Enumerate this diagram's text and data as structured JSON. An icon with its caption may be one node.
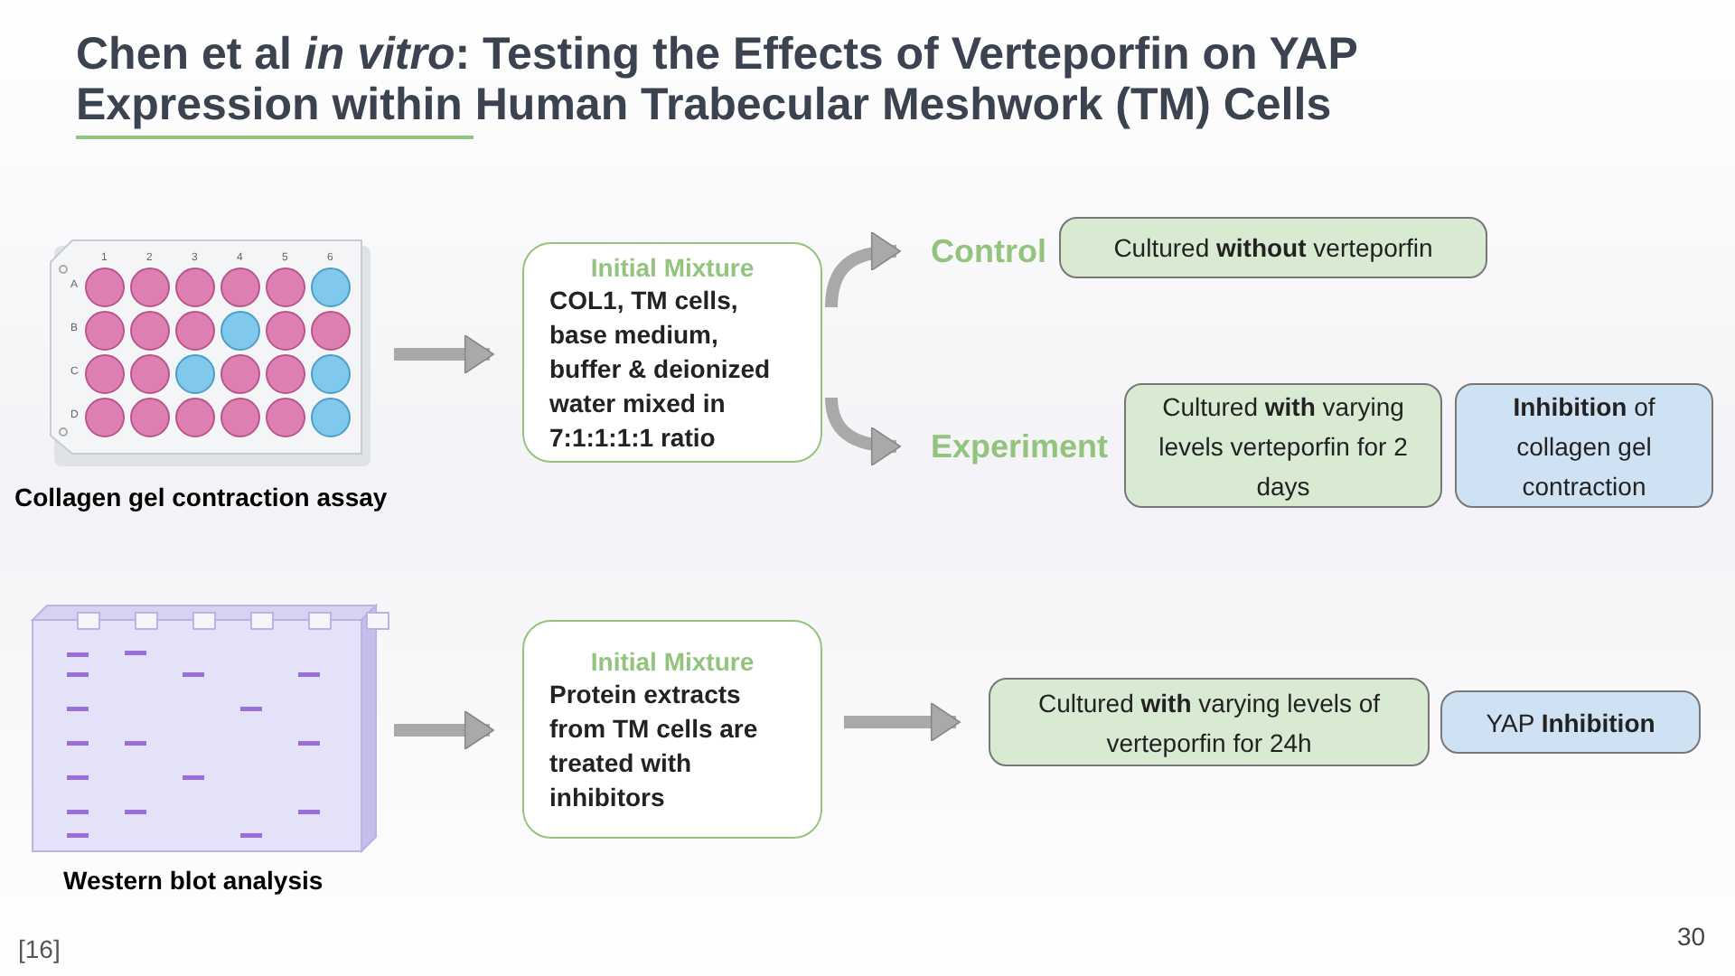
{
  "diagram": {
    "title": "Chen et al *in vitro*: Testing the Effects of Verteporfin on YAP Expression within Human Trabecular Meshwork (TM) Cells",
    "nodes": [
      {
        "text": [],
        "shape": "picture",
        "beside": [
          "Collagen gel contraction assay"
        ]
      },
      {
        "text": [
          "Initial Mixture",
          "COL1, TM cells, base medium, buffer & deionized water mixed in 7:1:1:1:1 ratio"
        ]
      },
      {
        "text": [
          "Control"
        ]
      },
      {
        "text": [
          "Cultured **without** verteporfin"
        ]
      },
      {
        "text": [
          "Experiment"
        ]
      },
      {
        "text": [
          "Cultured **with** varying levels verteporfin for 2 days"
        ]
      },
      {
        "text": [
          "**Inhibition** of collagen gel contraction"
        ]
      },
      {
        "text": [],
        "shape": "picture",
        "beside": [
          "Western blot analysis"
        ]
      },
      {
        "text": [
          "Initial Mixture",
          "Protein extracts from TM cells are treated with inhibitors"
        ]
      },
      {
        "text": [
          "Cultured **with** varying levels of verteporfin for 24h"
        ]
      },
      {
        "text": [
          "YAP **Inhibition**"
        ]
      }
    ],
    "edges": [
      {
        "from": 0,
        "to": 1,
        "arrow": "to"
      },
      {
        "from": 1,
        "to": 2,
        "arrow": "to"
      },
      {
        "from": 1,
        "to": 4,
        "arrow": "to"
      },
      {
        "from": 7,
        "to": 8,
        "arrow": "to"
      },
      {
        "from": 8,
        "to": 9,
        "arrow": "to"
      }
    ],
    "labels": [
      "1",
      "2",
      "3",
      "4",
      "5",
      "6",
      "A",
      "B",
      "C",
      "D",
      "[16]",
      "30"
    ]
  }
}
